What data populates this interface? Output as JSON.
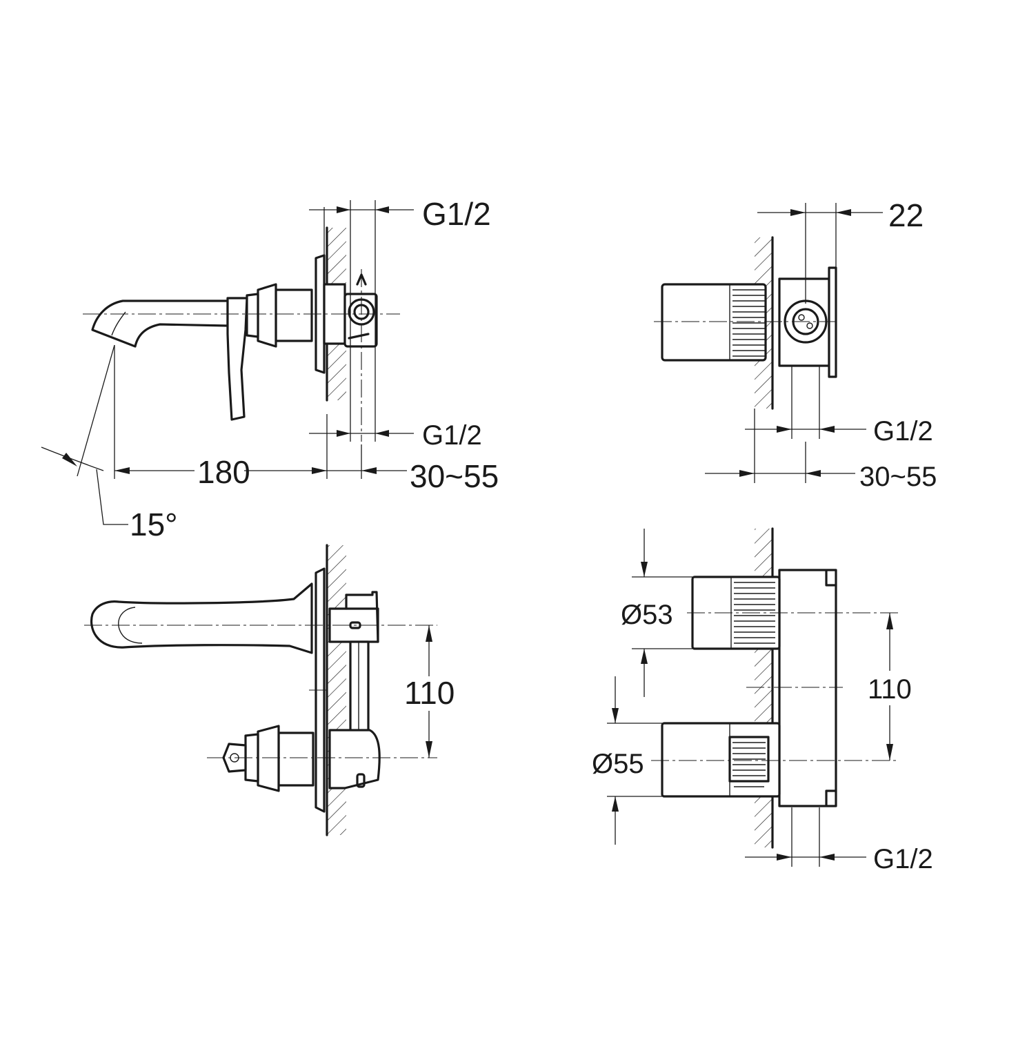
{
  "views": {
    "side_left": {
      "top_connection": "G1/2",
      "bottom_connection": "G1/2",
      "spout_projection": "180",
      "wall_depth": "30~55",
      "spout_angle": "15°"
    },
    "side_right": {
      "top_offset": "22",
      "bottom_connection": "G1/2",
      "wall_depth": "30~55"
    },
    "front_left": {
      "centre_distance": "110"
    },
    "front_right": {
      "upper_diameter": "Ø53",
      "lower_diameter": "Ø55",
      "centre_distance": "110",
      "bottom_connection": "G1/2"
    }
  }
}
